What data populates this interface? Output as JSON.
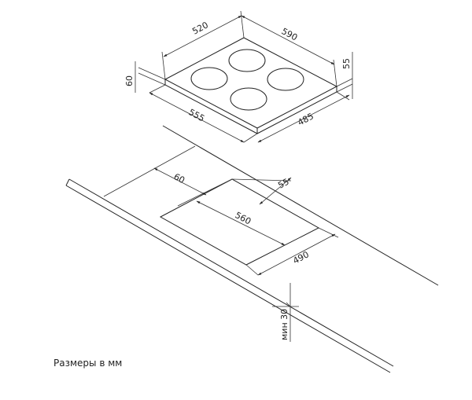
{
  "hob": {
    "width_top": "520",
    "depth_top": "590",
    "height_left": "60",
    "height_right": "55",
    "base_width": "555",
    "base_depth": "485"
  },
  "cutout": {
    "offset_back": "60",
    "offset_side": "55",
    "width": "560",
    "depth": "490",
    "min_thickness": "мин 30"
  },
  "caption": "Размеры в мм"
}
